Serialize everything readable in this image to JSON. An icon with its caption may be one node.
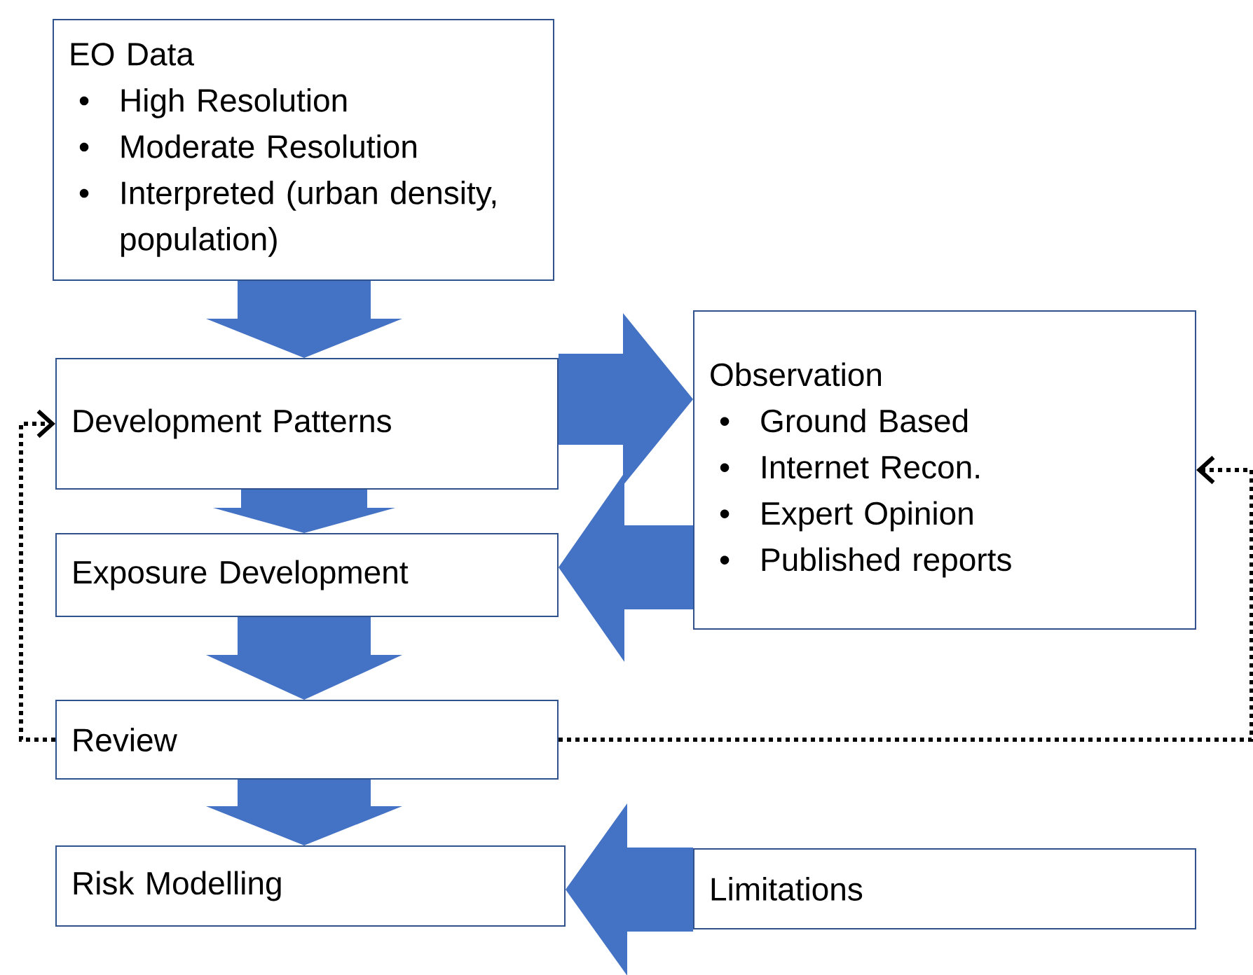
{
  "diagram": {
    "nodes": [
      {
        "text": [
          "EO Data",
          "High Resolution",
          "Moderate Resolution",
          "Interpreted (urban density, population)"
        ]
      },
      {
        "text": [
          "Development Patterns"
        ]
      },
      {
        "text": [
          "Observation",
          "Ground Based",
          "Internet Recon.",
          "Expert Opinion",
          "Published reports"
        ]
      },
      {
        "text": [
          "Exposure Development"
        ]
      },
      {
        "text": [
          "Review"
        ]
      },
      {
        "text": [
          "Risk Modelling"
        ]
      },
      {
        "text": [
          "Limitations"
        ]
      }
    ],
    "edges": [
      {
        "from": 0,
        "to": 1,
        "arrow": "to"
      },
      {
        "from": 1,
        "to": 2,
        "arrow": "to"
      },
      {
        "from": 2,
        "to": 3,
        "arrow": "to"
      },
      {
        "from": 1,
        "to": 3,
        "arrow": "to"
      },
      {
        "from": 3,
        "to": 4,
        "arrow": "to"
      },
      {
        "from": 4,
        "to": 5,
        "arrow": "to"
      },
      {
        "from": 6,
        "to": 5,
        "arrow": "to"
      },
      {
        "from": 4,
        "to": 1,
        "arrow": "to",
        "style": "dashed",
        "color": "#000000"
      },
      {
        "from": 4,
        "to": 2,
        "arrow": "to",
        "style": "dashed",
        "color": "#000000"
      }
    ],
    "labels": [
      "•",
      "•",
      "•",
      "•",
      "•",
      "•",
      "•"
    ]
  }
}
